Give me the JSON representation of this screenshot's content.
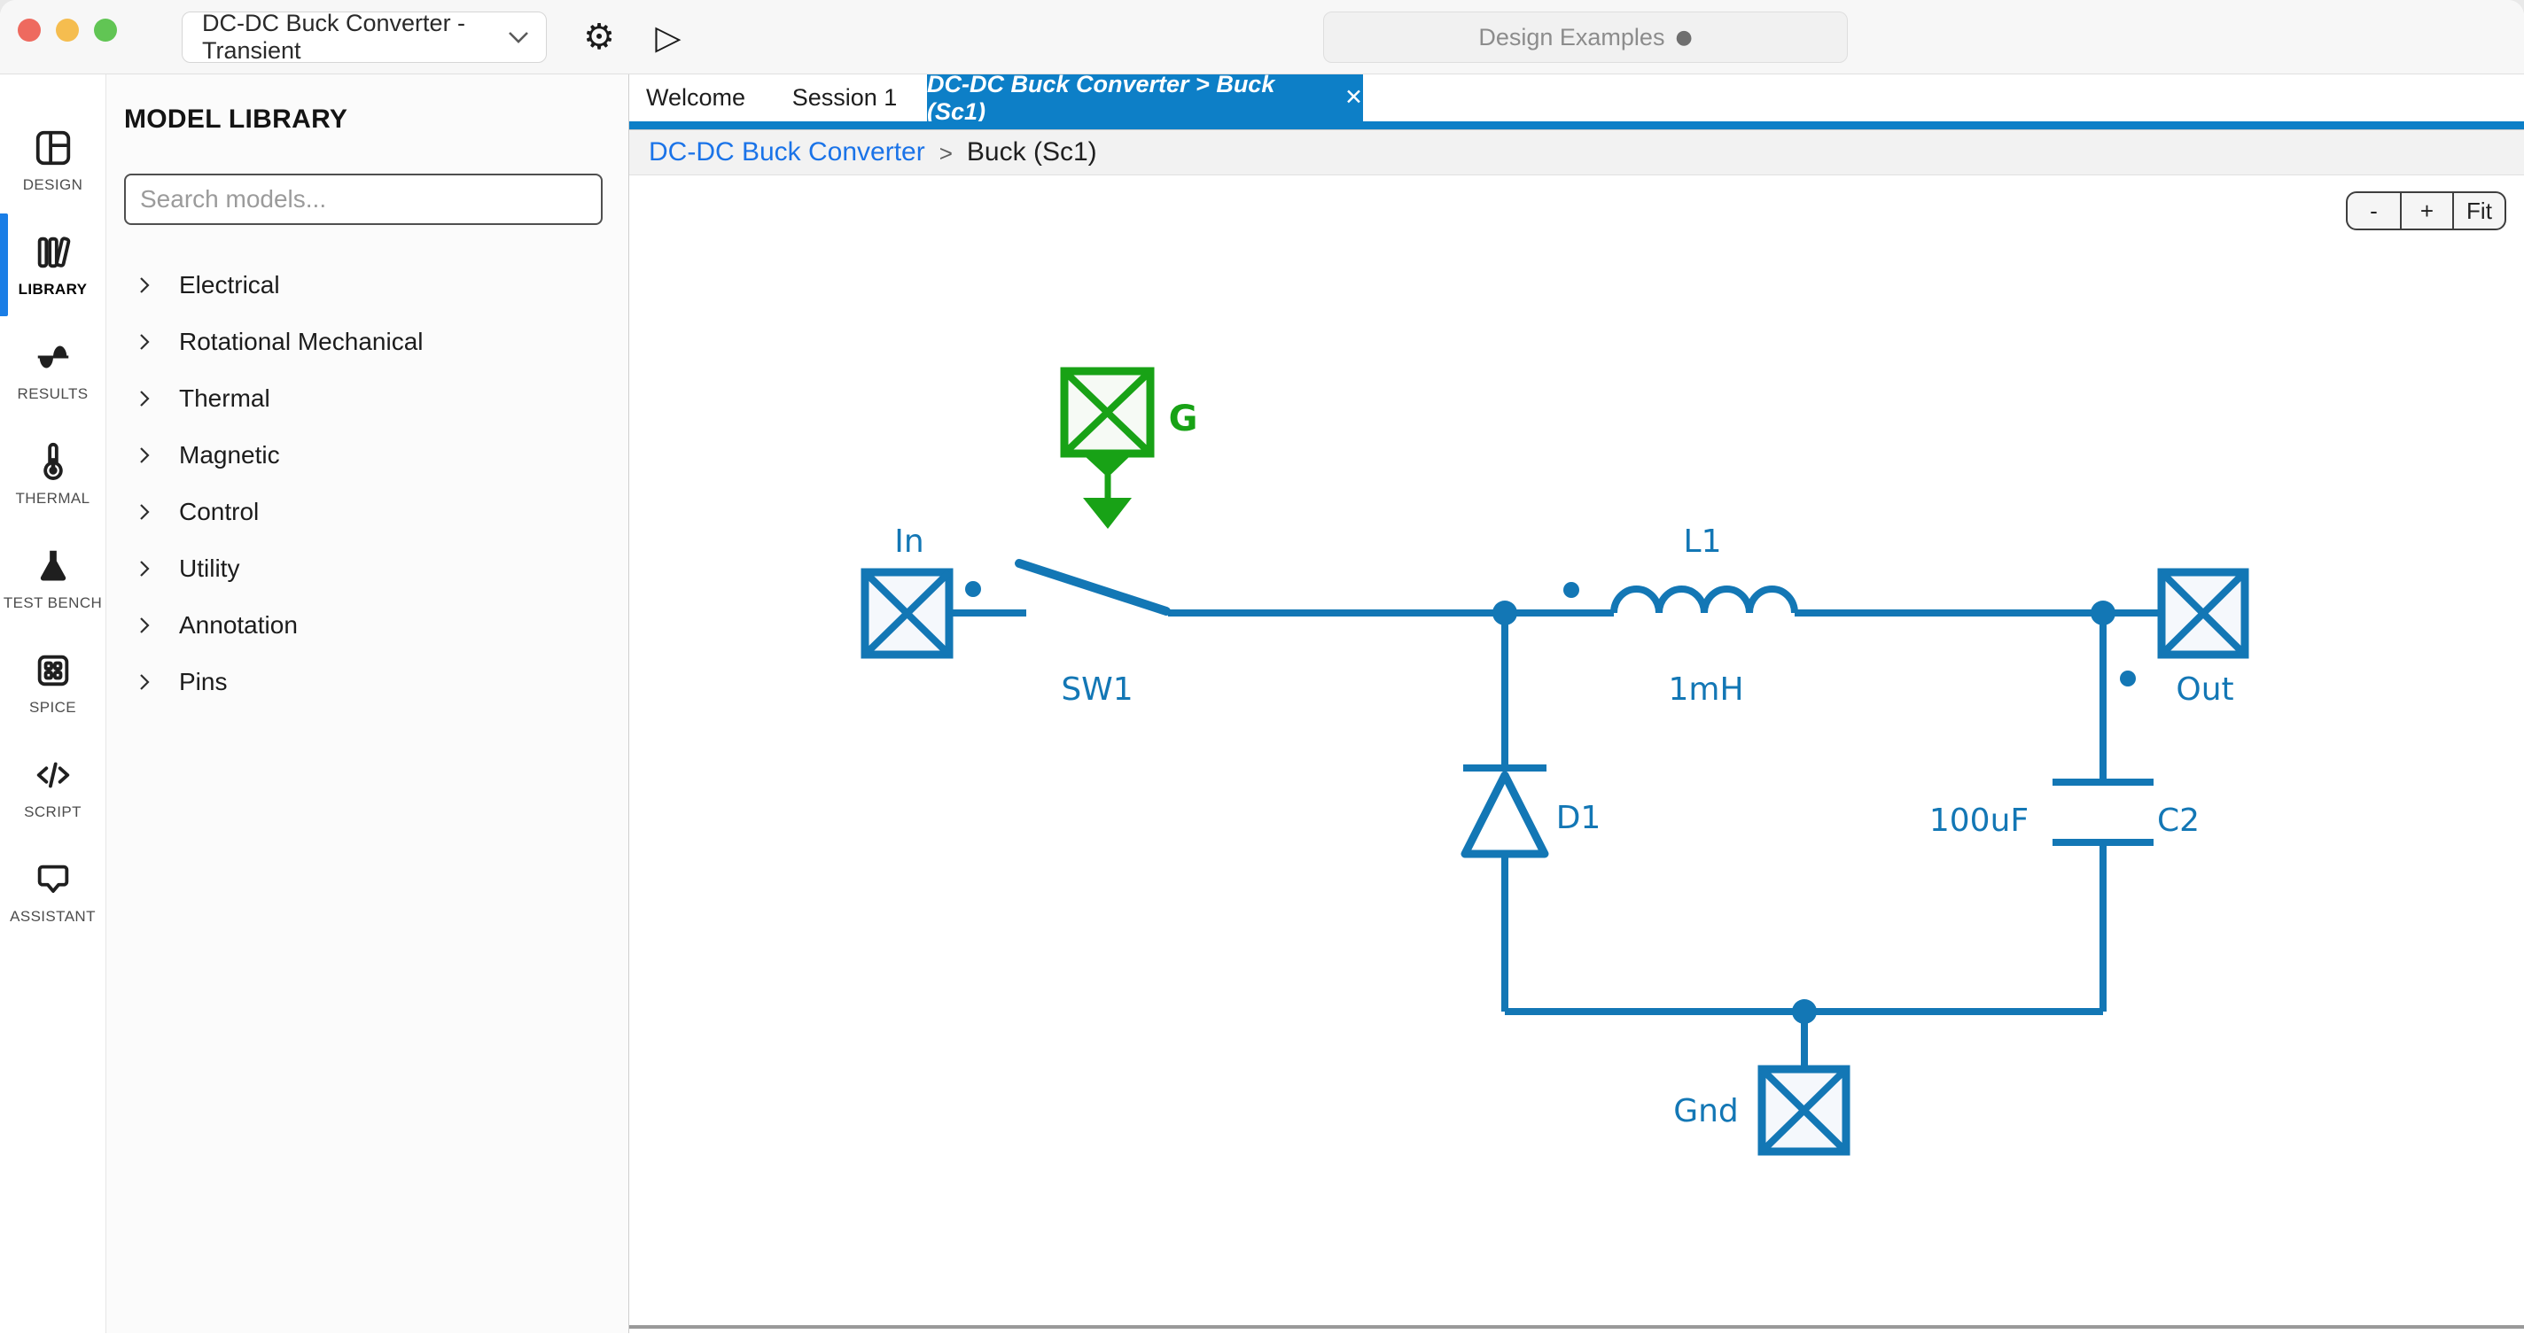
{
  "titlebar": {
    "config_dropdown": {
      "value": "DC-DC Buck Converter - Transient"
    },
    "design_examples": {
      "label": "Design Examples",
      "status_dot": "●"
    },
    "gear_glyph": "⚙",
    "play_glyph": "▷"
  },
  "sidebar": {
    "items": [
      {
        "id": "design",
        "label": "DESIGN",
        "active": false
      },
      {
        "id": "library",
        "label": "LIBRARY",
        "active": true
      },
      {
        "id": "results",
        "label": "RESULTS",
        "active": false
      },
      {
        "id": "thermal",
        "label": "THERMAL",
        "active": false
      },
      {
        "id": "test-bench",
        "label": "TEST BENCH",
        "active": false
      },
      {
        "id": "spice",
        "label": "SPICE",
        "active": false
      },
      {
        "id": "script",
        "label": "SCRIPT",
        "active": false
      },
      {
        "id": "assistant",
        "label": "ASSISTANT",
        "active": false
      }
    ],
    "active_indicator_color": "#1a7ee6"
  },
  "library_panel": {
    "title": "MODEL LIBRARY",
    "search_placeholder": "Search models...",
    "categories": [
      "Electrical",
      "Rotational Mechanical",
      "Thermal",
      "Magnetic",
      "Control",
      "Utility",
      "Annotation",
      "Pins"
    ]
  },
  "tabs": [
    {
      "label": "Welcome",
      "active": false
    },
    {
      "label": "Session 1",
      "active": false
    },
    {
      "label": "DC-DC Buck Converter > Buck (Sc1)",
      "active": true,
      "close": "✕"
    }
  ],
  "breadcrumb": {
    "link": "DC-DC Buck Converter",
    "separator": ">",
    "current": "Buck (Sc1)"
  },
  "canvas_controls": {
    "zoom_out": "-",
    "zoom_in": "+",
    "fit": "Fit"
  },
  "schematic": {
    "components": {
      "gate_source": {
        "label": "G"
      },
      "in_port": {
        "label": "In"
      },
      "switch": {
        "label": "SW1"
      },
      "inductor": {
        "label": "L1",
        "value": "1mH"
      },
      "out_port": {
        "label": "Out"
      },
      "diode": {
        "label": "D1"
      },
      "capacitor": {
        "label": "C2",
        "value": "100uF"
      },
      "gnd_port": {
        "label": "Gnd"
      }
    }
  },
  "colors": {
    "tab_accent_blue": "#0d7fc7",
    "breadcrumb_link_blue": "#1a73e8",
    "circuit_blue": "#1377b5",
    "source_green": "#18a216",
    "sidebar_active_blue": "#1a7ee6"
  }
}
